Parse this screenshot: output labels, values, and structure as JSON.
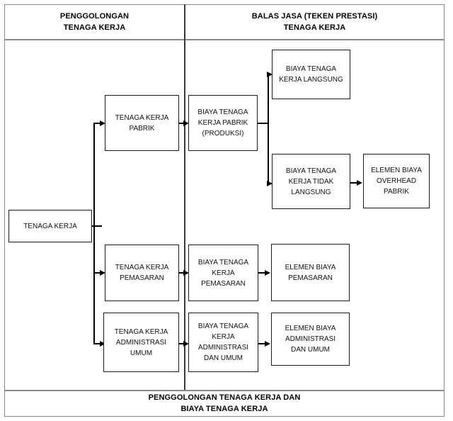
{
  "frame": {
    "header_left": {
      "line1": "PENGGOLONGAN",
      "line2": "TENAGA KERJA"
    },
    "header_right": {
      "line1": "BALAS JASA (TEKEN PRESTASI)",
      "line2": "TENAGA KERJA"
    },
    "footer": {
      "line1": "PENGGOLONGAN TENAGA KERJA DAN",
      "line2": "BIAYA TENAGA KERJA"
    }
  },
  "chart_data": {
    "type": "diagram",
    "title": "PENGGOLONGAN TENAGA KERJA DAN BIAYA TENAGA KERJA",
    "columns": [
      "PENGGOLONGAN TENAGA KERJA",
      "BALAS JASA (TEKEN PRESTASI) TENAGA KERJA"
    ],
    "nodes": [
      {
        "id": "root",
        "label": "TENAGA KERJA",
        "column": 1
      },
      {
        "id": "tk-pabrik",
        "label": "TENAGA KERJA PABRIK",
        "column": 1
      },
      {
        "id": "tk-pemasaran",
        "label": "TENAGA KERJA PEMASARAN",
        "column": 1
      },
      {
        "id": "tk-adm",
        "label": "TENAGA KERJA ADMINISTRASI UMUM",
        "column": 1
      },
      {
        "id": "btk-pabrik",
        "label": "BIAYA TENAGA KERJA PABRIK (PRODUKSI)",
        "column": 2
      },
      {
        "id": "btk-langsung",
        "label": "BIAYA TENAGA KERJA LANGSUNG",
        "column": 2
      },
      {
        "id": "btk-tidak",
        "label": "BIAYA TENAGA KERJA TIDAK LANGSUNG",
        "column": 2
      },
      {
        "id": "eb-overhead",
        "label": "ELEMEN BIAYA OVERHEAD PABRIK",
        "column": 2
      },
      {
        "id": "btk-pemasaran",
        "label": "BIAYA TENAGA KERJA PEMASARAN",
        "column": 2
      },
      {
        "id": "eb-pemasaran",
        "label": "ELEMEN BIAYA PEMASARAN",
        "column": 2
      },
      {
        "id": "btk-adm",
        "label": "BIAYA TENAGA KERJA ADMINISTRASI DAN UMUM",
        "column": 2
      },
      {
        "id": "eb-adm",
        "label": "ELEMEN BIAYA ADMINISTRASI DAN UMUM",
        "column": 2
      }
    ],
    "edges": [
      {
        "from": "root",
        "to": "tk-pabrik"
      },
      {
        "from": "root",
        "to": "tk-pemasaran"
      },
      {
        "from": "root",
        "to": "tk-adm"
      },
      {
        "from": "tk-pabrik",
        "to": "btk-pabrik"
      },
      {
        "from": "btk-pabrik",
        "to": "btk-langsung"
      },
      {
        "from": "btk-pabrik",
        "to": "btk-tidak"
      },
      {
        "from": "btk-tidak",
        "to": "eb-overhead"
      },
      {
        "from": "tk-pemasaran",
        "to": "btk-pemasaran"
      },
      {
        "from": "btk-pemasaran",
        "to": "eb-pemasaran"
      },
      {
        "from": "tk-adm",
        "to": "btk-adm"
      },
      {
        "from": "btk-adm",
        "to": "eb-adm"
      }
    ]
  },
  "boxes": {
    "root": {
      "line1": "TENAGA KERJA"
    },
    "tk_pabrik": {
      "line1": "TENAGA KERJA",
      "line2": "PABRIK"
    },
    "tk_pemasaran": {
      "line1": "TENAGA KERJA",
      "line2": "PEMASARAN"
    },
    "tk_adm": {
      "line1": "TENAGA KERJA",
      "line2": "ADMINISTRASI",
      "line3": "UMUM"
    },
    "btk_pabrik": {
      "line1": "BIAYA TENAGA",
      "line2": "KERJA PABRIK",
      "line3": "(PRODUKSI)"
    },
    "btk_langsung": {
      "line1": "BIAYA TENAGA",
      "line2": "KERJA LANGSUNG"
    },
    "btk_tidak": {
      "line1": "BIAYA TENAGA",
      "line2": "KERJA TIDAK",
      "line3": "LANGSUNG"
    },
    "eb_overhead": {
      "line1": "ELEMEN BIAYA",
      "line2": "OVERHEAD",
      "line3": "PABRIK"
    },
    "btk_pemasaran": {
      "line1": "BIAYA TENAGA",
      "line2": "KERJA",
      "line3": "PEMASARAN"
    },
    "eb_pemasaran": {
      "line1": "ELEMEN BIAYA",
      "line2": "PEMASARAN"
    },
    "btk_adm": {
      "line1": "BIAYA TENAGA",
      "line2": "KERJA",
      "line3": "ADMINISTRASI",
      "line4": "DAN UMUM"
    },
    "eb_adm": {
      "line1": "ELEMEN BIAYA",
      "line2": "ADMINISTRASI",
      "line3": "DAN UMUM"
    }
  },
  "colors": {
    "frame": "#8a8a8a",
    "box_border": "#1c1c1c",
    "connector": "#000000",
    "text": "#000000",
    "background": "#ffffff"
  }
}
